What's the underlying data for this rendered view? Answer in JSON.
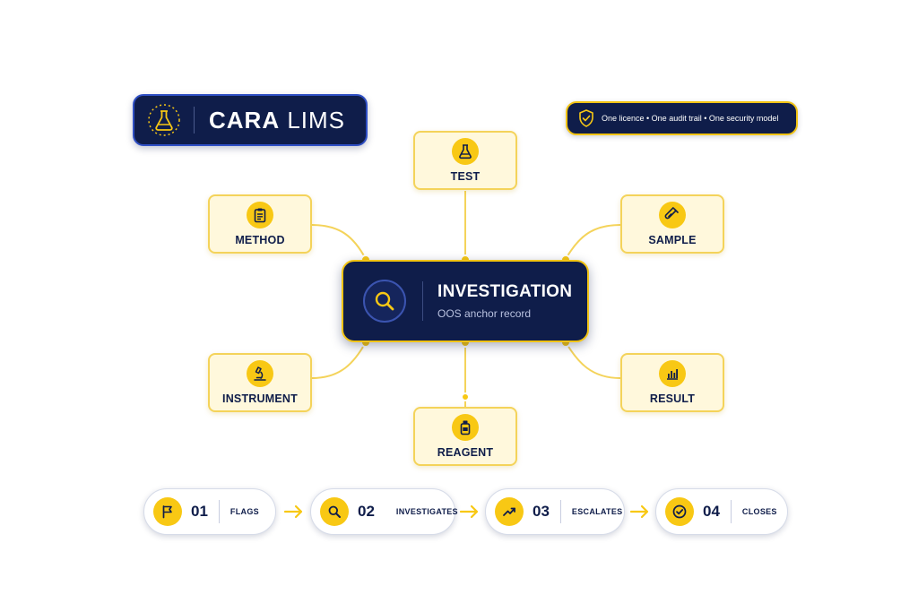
{
  "brand": {
    "name_bold": "CARA",
    "name_light": "LIMS",
    "icon": "flask-icon"
  },
  "tagline": {
    "text": "One licence • One audit trail • One security model",
    "icon": "shield-check-icon"
  },
  "hub": {
    "title": "INVESTIGATION",
    "subtitle": "OOS anchor record",
    "icon": "search-icon"
  },
  "nodes": {
    "test": {
      "label": "TEST",
      "icon": "flask-icon"
    },
    "method": {
      "label": "METHOD",
      "icon": "clipboard-icon"
    },
    "sample": {
      "label": "SAMPLE",
      "icon": "test-tube-icon"
    },
    "instrument": {
      "label": "INSTRUMENT",
      "icon": "microscope-icon"
    },
    "result": {
      "label": "RESULT",
      "icon": "bar-chart-icon"
    },
    "reagent": {
      "label": "REAGENT",
      "icon": "bottle-icon"
    }
  },
  "steps": [
    {
      "num": "01",
      "label": "FLAGS",
      "icon": "flag-icon"
    },
    {
      "num": "02",
      "label": "INVESTIGATES",
      "icon": "search-icon"
    },
    {
      "num": "03",
      "label": "ESCALATES",
      "icon": "trend-up-icon"
    },
    {
      "num": "04",
      "label": "CLOSES",
      "icon": "check-circle-icon"
    }
  ],
  "colors": {
    "navy": "#0f1d4a",
    "yellow": "#f8c814",
    "node_bg": "#fff8dc",
    "node_border": "#f4d35a",
    "accent_blue": "#2f4fc4"
  }
}
